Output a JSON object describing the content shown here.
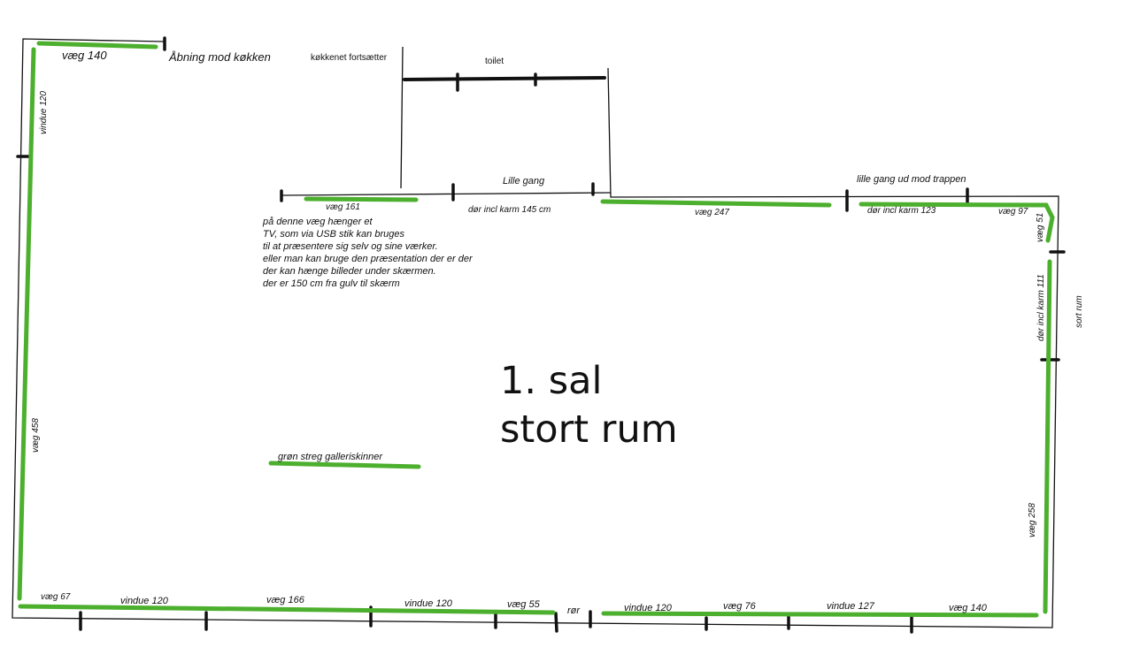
{
  "colors": {
    "wall": "#111111",
    "gallery_rail": "#4caf2e",
    "background": "#ffffff"
  },
  "title": {
    "line1": "1. sal",
    "line2": "stort rum"
  },
  "labels": {
    "vaeg140_top": "væg 140",
    "abning": "Åbning mod køkken",
    "kokkenet": "køkkenet fortsætter",
    "toilet": "toilet",
    "lille_gang": "Lille gang",
    "lille_gang_trappen": "lille gang ud mod trappen",
    "vaeg161": "væg 161",
    "dor145": "dør incl karm 145 cm",
    "vaeg247": "væg 247",
    "dor123": "dør incl karm 123",
    "vaeg97": "væg 97",
    "vaeg51": "væg 51",
    "dor111": "dør incl karm 111",
    "sort_rum": "sort rum",
    "vaeg258": "væg 258",
    "vindue120_left": "vindue 120",
    "vaeg458": "væg 458",
    "gron_streg": "grøn streg galleriskinner",
    "vaeg67": "væg 67",
    "vindue120_b1": "vindue 120",
    "vaeg166": "væg 166",
    "vindue120_b2": "vindue 120",
    "vaeg55": "væg 55",
    "ror": "rør",
    "vindue120_b3": "vindue 120",
    "vaeg76": "væg 76",
    "vindue127": "vindue 127",
    "vaeg140_bottom": "væg 140"
  },
  "tv_note": [
    "på denne væg hænger et",
    "TV, som via USB stik kan bruges",
    "til at præsentere sig selv og sine værker.",
    "eller man kan bruge den præsentation der er der",
    "der kan hænge billeder under skærmen.",
    "der er 150 cm fra gulv til skærm"
  ]
}
